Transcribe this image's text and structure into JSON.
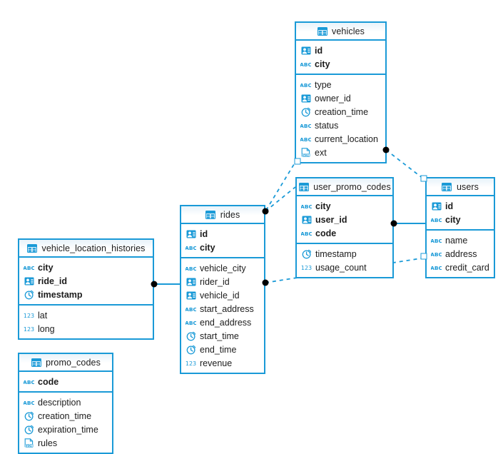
{
  "diagram": {
    "title": "database-schema-er-diagram",
    "accent_color": "#1a9ad7",
    "line_color": "#1a9ad7",
    "endpoint_dot_color": "#000000",
    "background": "#ffffff"
  },
  "icons": {
    "table": "table-icon",
    "text": "abc-text-icon",
    "uuid": "contact-card-icon",
    "timestamp": "clock-icon",
    "number": "123-number-icon",
    "json": "json-document-icon"
  },
  "tables": [
    {
      "id": "vehicles",
      "name": "vehicles",
      "keys": [
        {
          "name": "id",
          "type": "uuid"
        },
        {
          "name": "city",
          "type": "text"
        }
      ],
      "fields": [
        {
          "name": "type",
          "type": "text"
        },
        {
          "name": "owner_id",
          "type": "uuid"
        },
        {
          "name": "creation_time",
          "type": "timestamp"
        },
        {
          "name": "status",
          "type": "text"
        },
        {
          "name": "current_location",
          "type": "text"
        },
        {
          "name": "ext",
          "type": "json"
        }
      ]
    },
    {
      "id": "user_promo_codes",
      "name": "user_promo_codes",
      "keys": [
        {
          "name": "city",
          "type": "text"
        },
        {
          "name": "user_id",
          "type": "uuid"
        },
        {
          "name": "code",
          "type": "text"
        }
      ],
      "fields": [
        {
          "name": "timestamp",
          "type": "timestamp"
        },
        {
          "name": "usage_count",
          "type": "number"
        }
      ]
    },
    {
      "id": "users",
      "name": "users",
      "keys": [
        {
          "name": "id",
          "type": "uuid"
        },
        {
          "name": "city",
          "type": "text"
        }
      ],
      "fields": [
        {
          "name": "name",
          "type": "text"
        },
        {
          "name": "address",
          "type": "text"
        },
        {
          "name": "credit_card",
          "type": "text"
        }
      ]
    },
    {
      "id": "rides",
      "name": "rides",
      "keys": [
        {
          "name": "id",
          "type": "uuid"
        },
        {
          "name": "city",
          "type": "text"
        }
      ],
      "fields": [
        {
          "name": "vehicle_city",
          "type": "text"
        },
        {
          "name": "rider_id",
          "type": "uuid"
        },
        {
          "name": "vehicle_id",
          "type": "uuid"
        },
        {
          "name": "start_address",
          "type": "text"
        },
        {
          "name": "end_address",
          "type": "text"
        },
        {
          "name": "start_time",
          "type": "timestamp"
        },
        {
          "name": "end_time",
          "type": "timestamp"
        },
        {
          "name": "revenue",
          "type": "number"
        }
      ]
    },
    {
      "id": "vehicle_location_histories",
      "name": "vehicle_location_histories",
      "keys": [
        {
          "name": "city",
          "type": "text"
        },
        {
          "name": "ride_id",
          "type": "uuid"
        },
        {
          "name": "timestamp",
          "type": "timestamp"
        }
      ],
      "fields": [
        {
          "name": "lat",
          "type": "number"
        },
        {
          "name": "long",
          "type": "number"
        }
      ]
    },
    {
      "id": "promo_codes",
      "name": "promo_codes",
      "keys": [
        {
          "name": "code",
          "type": "text"
        }
      ],
      "fields": [
        {
          "name": "description",
          "type": "text"
        },
        {
          "name": "creation_time",
          "type": "timestamp"
        },
        {
          "name": "expiration_time",
          "type": "timestamp"
        },
        {
          "name": "rules",
          "type": "json"
        }
      ]
    }
  ],
  "relationships": [
    {
      "from": "vehicle_location_histories",
      "to": "rides",
      "style": "solid"
    },
    {
      "from": "rides",
      "to": "user_promo_codes",
      "style": "dashed"
    },
    {
      "from": "rides",
      "to": "users",
      "style": "dashed"
    },
    {
      "from": "user_promo_codes",
      "to": "users",
      "style": "solid"
    },
    {
      "from": "vehicles",
      "to": "user_promo_codes",
      "style": "dashed"
    },
    {
      "from": "vehicles",
      "to": "users",
      "style": "dashed"
    }
  ]
}
